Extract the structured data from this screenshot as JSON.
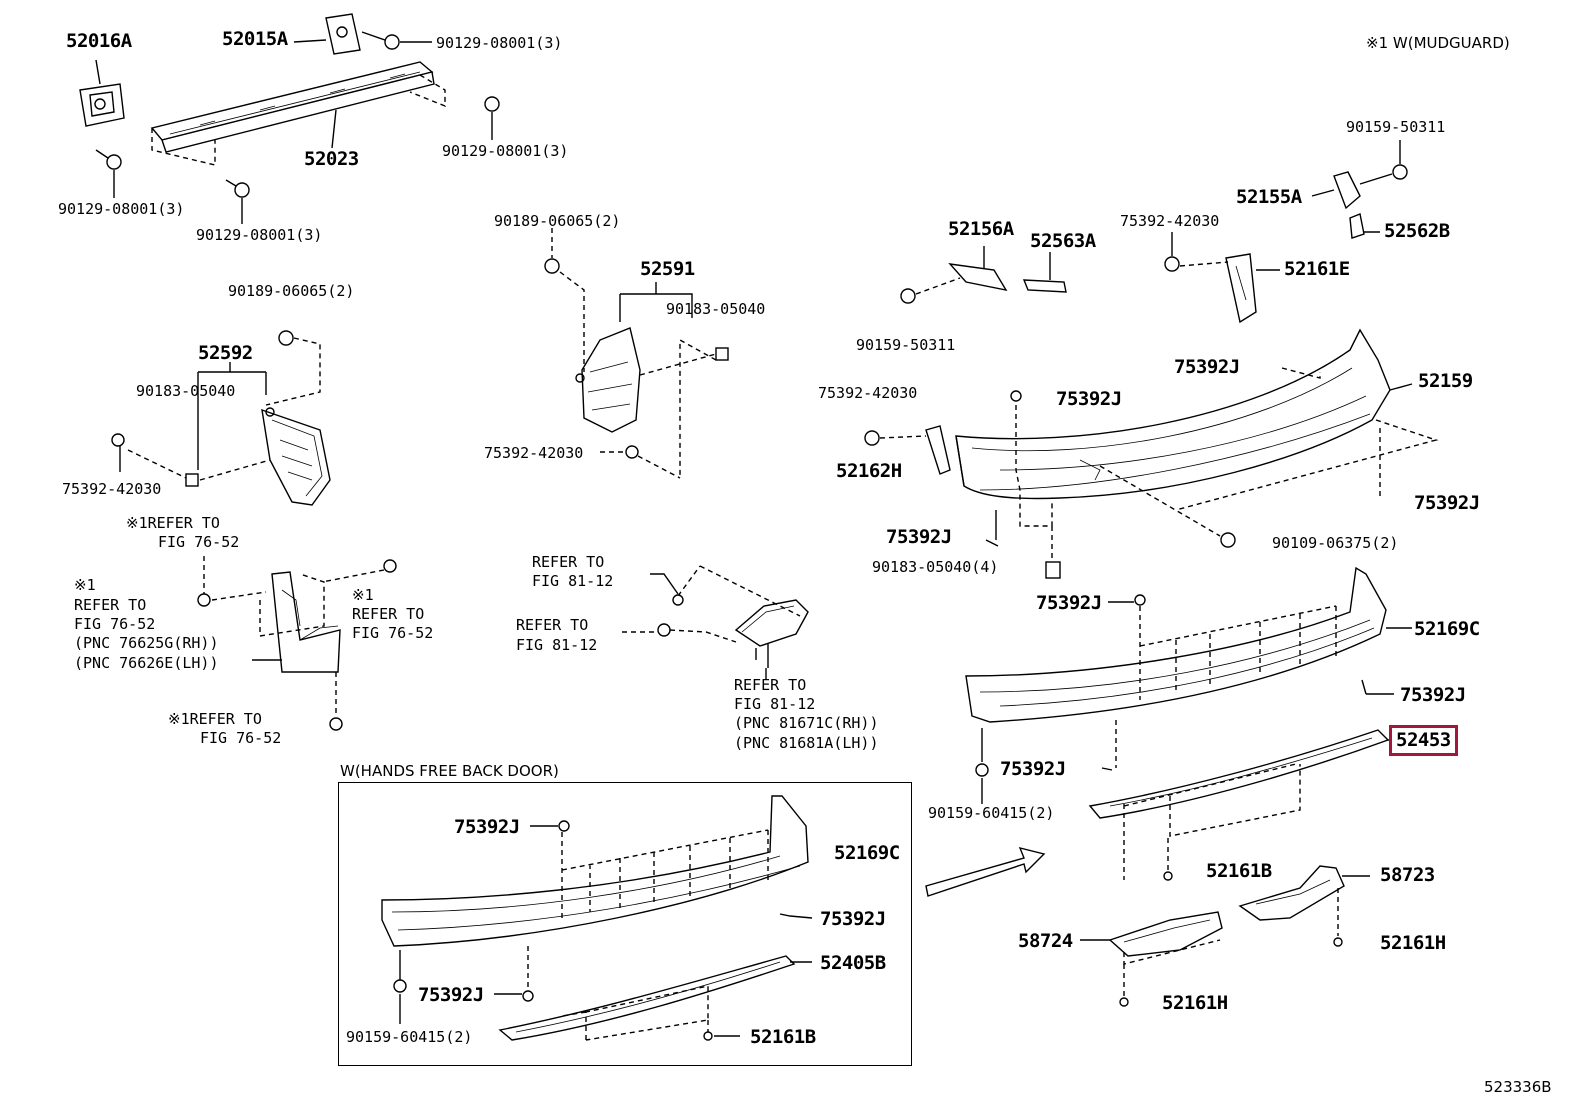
{
  "legend": {
    "note": "※1  W(MUDGUARD)"
  },
  "highlight_color": "#a0193a",
  "figure_id": "523336B",
  "parts": {
    "p52016A": "52016A",
    "p52015A": "52015A",
    "p52023": "52023",
    "p52592": "52592",
    "p52591": "52591",
    "p52156A": "52156A",
    "p52563A": "52563A",
    "p52155A": "52155A",
    "p52562B": "52562B",
    "p52161E": "52161E",
    "p52159": "52159",
    "p52162H": "52162H",
    "p52169C": "52169C",
    "p52453": "52453",
    "p52161B": "52161B",
    "p58723": "58723",
    "p58724": "58724",
    "p52161H_a": "52161H",
    "p52161H_b": "52161H",
    "p75392J_1": "75392J",
    "p75392J_2": "75392J",
    "p75392J_3": "75392J",
    "p75392J_4": "75392J",
    "p75392J_5": "75392J",
    "p75392J_6": "75392J",
    "p75392J_7": "75392J",
    "inset_52169C": "52169C",
    "inset_75392J_a": "75392J",
    "inset_75392J_b": "75392J",
    "inset_75392J_c": "75392J",
    "inset_52405B": "52405B",
    "inset_52161B": "52161B"
  },
  "fasteners": {
    "b1": "90129-08001(3)",
    "b2": "90129-08001(3)",
    "b3": "90129-08001(3)",
    "b4": "90129-08001(3)",
    "c1": "90189-06065(2)",
    "c2": "90189-06065(2)",
    "n1": "90183-05040",
    "n2": "90183-05040",
    "s1": "75392-42030",
    "s2": "75392-42030",
    "s3": "75392-42030",
    "s4": "75392-42030",
    "f1": "90159-50311",
    "f2": "90159-50311",
    "g1": "90109-06375(2)",
    "g2": "90183-05040(4)",
    "h1": "90159-60415(2)",
    "inset_h1": "90159-60415(2)"
  },
  "refs": {
    "r1a": "※1REFER TO",
    "r1b": "FIG 76-52",
    "r2a": "※1",
    "r2b": "REFER TO",
    "r2c": "FIG 76-52",
    "r2d": "(PNC 76625G(RH))",
    "r2e": "(PNC 76626E(LH))",
    "r3a": "※1",
    "r3b": "REFER TO",
    "r3c": "FIG 76-52",
    "r4a": "※1REFER TO",
    "r4b": "FIG 76-52",
    "r5a": "REFER TO",
    "r5b": "FIG 81-12",
    "r6a": "REFER TO",
    "r6b": "FIG 81-12",
    "r7a": "REFER TO",
    "r7b": "FIG 81-12",
    "r7c": "(PNC 81671C(RH))",
    "r7d": "(PNC 81681A(LH))"
  },
  "inset": {
    "title": "W(HANDS FREE BACK DOOR)"
  }
}
